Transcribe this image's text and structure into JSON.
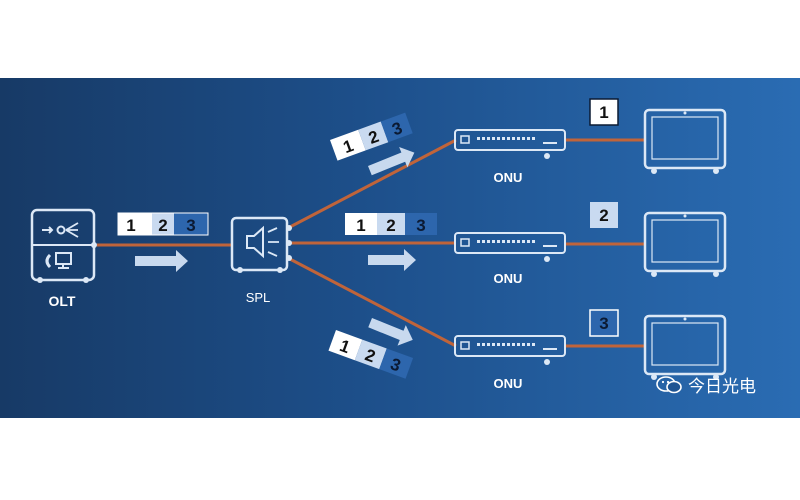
{
  "olt": {
    "label": "OLT"
  },
  "splitter": {
    "label": "SPL"
  },
  "onus": [
    {
      "label": "ONU",
      "packet": "1"
    },
    {
      "label": "ONU",
      "packet": "2"
    },
    {
      "label": "ONU",
      "packet": "3"
    }
  ],
  "frame": {
    "cells": [
      "1",
      "2",
      "3"
    ]
  },
  "watermark": {
    "text": "今日光电"
  },
  "colors": {
    "background_dark": "#173a66",
    "background_light": "#2a6cb3",
    "fiber": "#c0643a",
    "device_line": "#dce8f6",
    "arrow": "#c8d9ee",
    "packet_highlight": "#2d66ad"
  }
}
